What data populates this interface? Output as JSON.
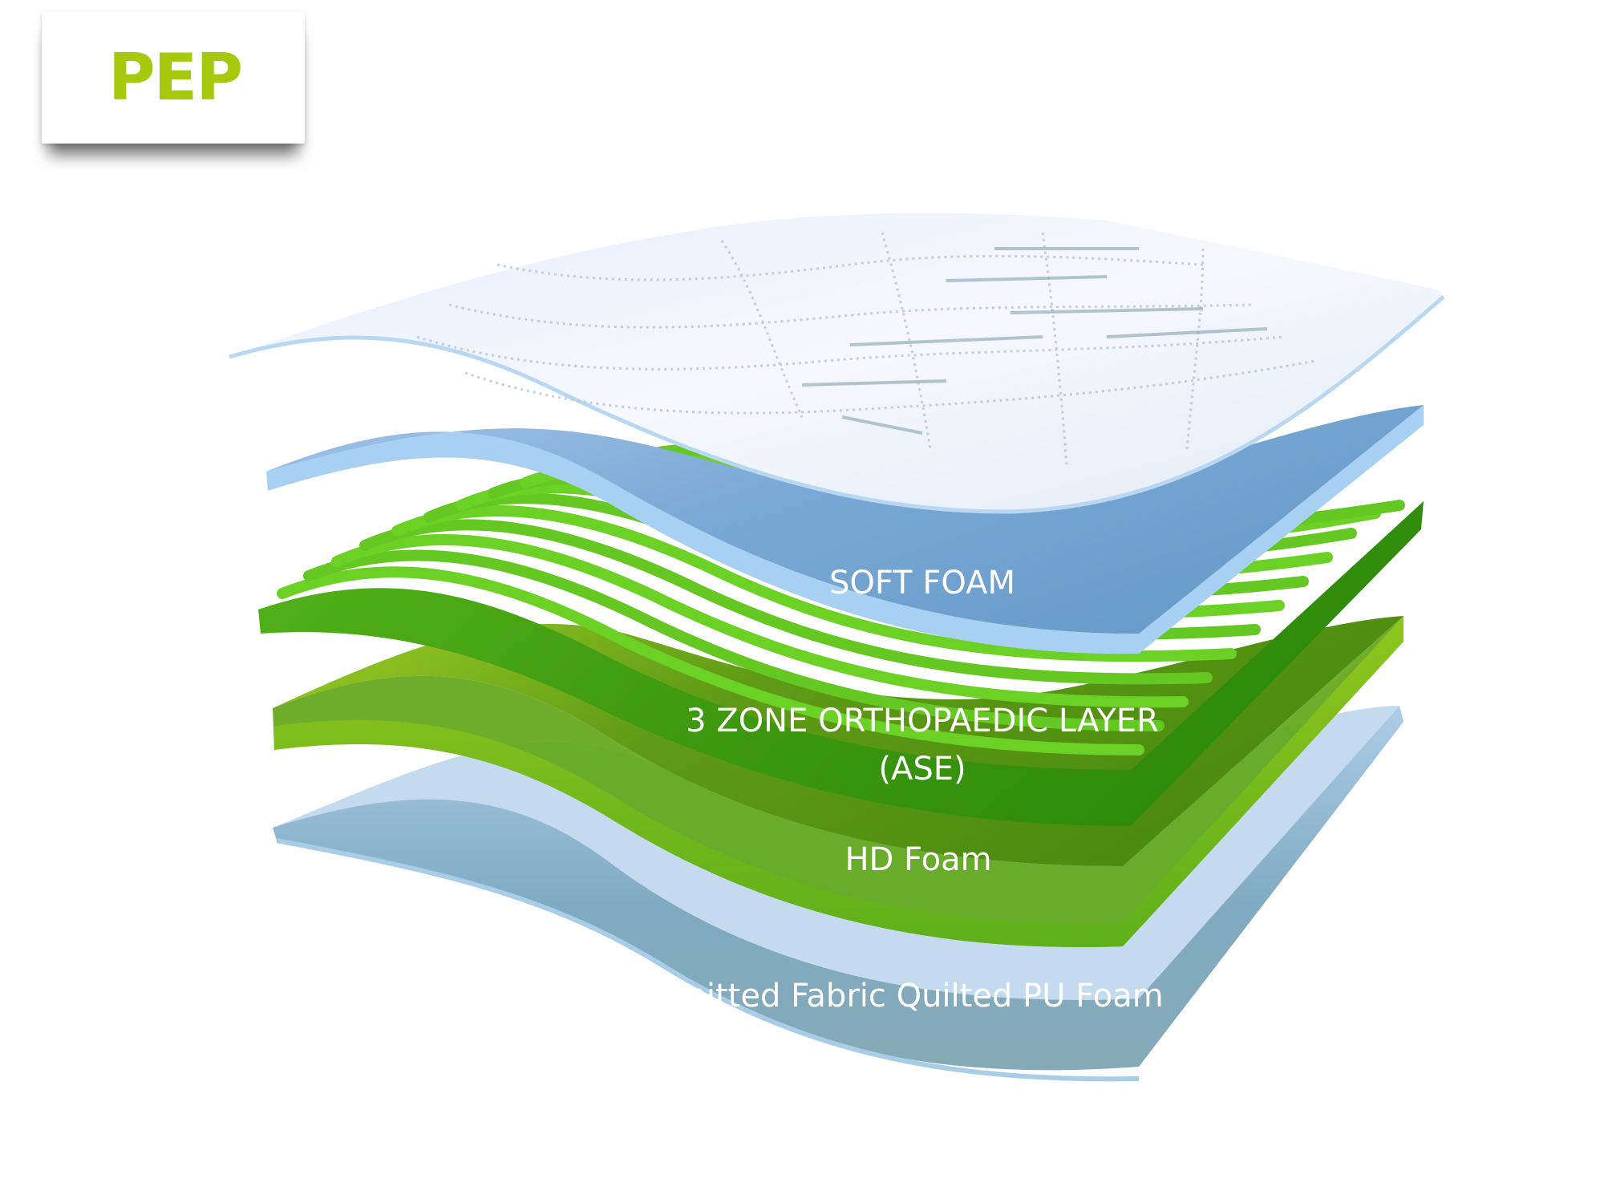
{
  "logo": {
    "text": "PEP",
    "color": "#a6c80d"
  },
  "layers": [
    {
      "label": "",
      "color": "#f0f4fb"
    },
    {
      "label": "SOFT FOAM",
      "color": "#80acd6"
    },
    {
      "label_line1": "3 ZONE ORTHOPAEDIC LAYER",
      "label_line2": "(ASE)",
      "color": "#4aa514"
    },
    {
      "label": "HD Foam",
      "color": "#5e9a14"
    },
    {
      "label": "Knitted Fabric Quilted PU Foam",
      "color": "#7fa7c4"
    }
  ]
}
